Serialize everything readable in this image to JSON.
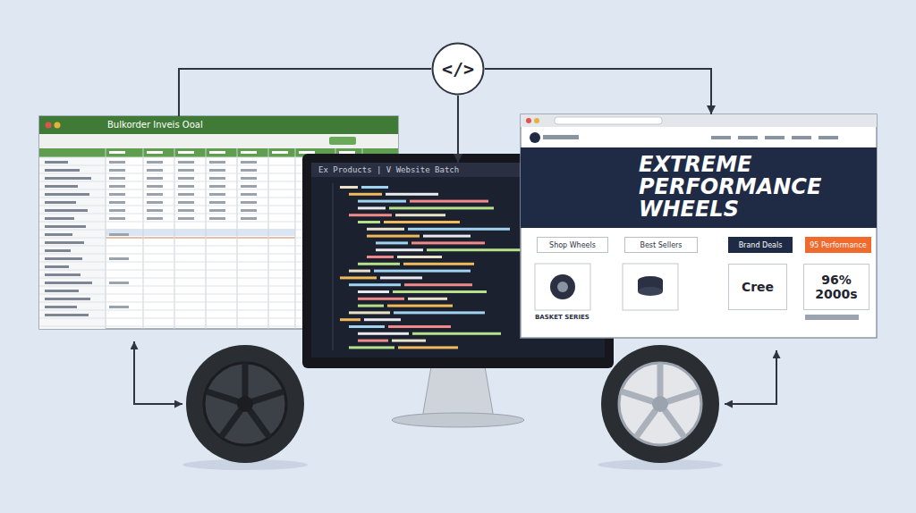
{
  "diagram": {
    "nodes": [
      {
        "text": [
          "Bulkorder Inveis Ooal"
        ]
      },
      {
        "text": [
          "</>"
        ]
      },
      {
        "text": [
          "Ex Products | V Website Batch"
        ]
      },
      {
        "text": [
          "EXTREME PERFORMANCE WHEELS"
        ]
      },
      {
        "text": [
          "Shop Wheels"
        ],
        "in": 3
      },
      {
        "text": [
          "Best Sellers"
        ],
        "in": 3
      },
      {
        "text": [
          "Brand Deals"
        ],
        "in": 3
      },
      {
        "text": [
          "95 Performance"
        ],
        "in": 3
      },
      {
        "text": [
          "Cree"
        ],
        "in": 3
      },
      {
        "text": [
          "96% 2000s"
        ],
        "in": 3
      }
    ],
    "edges": [
      {
        "from": 0,
        "to": 1,
        "arrow": "none"
      },
      {
        "from": 1,
        "to": 2,
        "arrow": "to"
      },
      {
        "from": 1,
        "to": 3,
        "arrow": "to"
      }
    ],
    "labels": [
      "BASKET SERIES"
    ]
  }
}
